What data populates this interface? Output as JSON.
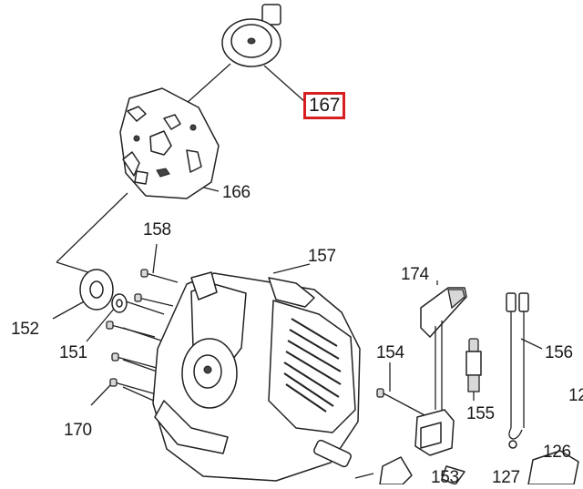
{
  "labels": {
    "l167": "167",
    "l166": "166",
    "l158": "158",
    "l157": "157",
    "l174": "174",
    "l152": "152",
    "l151": "151",
    "l154": "154",
    "l156": "156",
    "l155": "155",
    "l170": "170",
    "l12": "12",
    "l126": "126",
    "l153": "153",
    "l127": "127"
  },
  "colors": {
    "highlight": "#d81f1f",
    "line": "#222222"
  }
}
